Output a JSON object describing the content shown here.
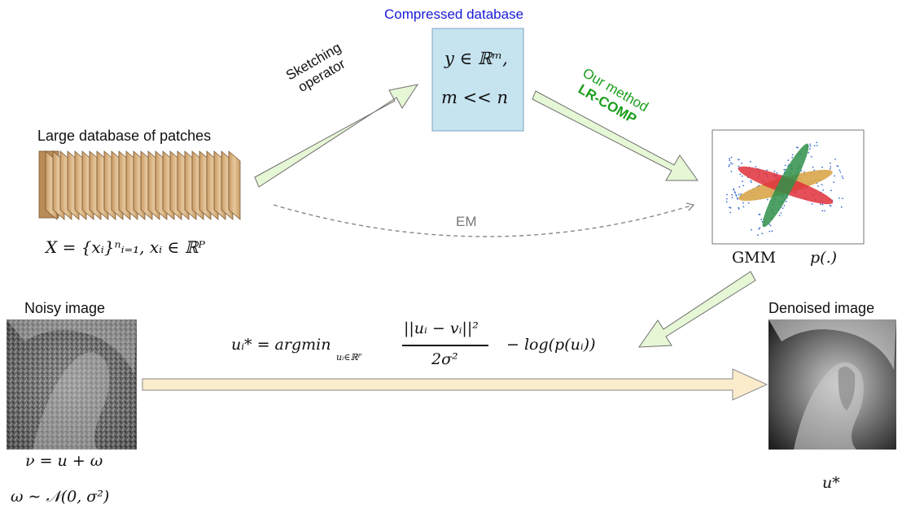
{
  "compressed": {
    "title": "Compressed database",
    "line1": "y ∈ ℝᵐ,",
    "line2": "m << n"
  },
  "sketching": {
    "line1": "Sketching",
    "line2": "operator"
  },
  "method": {
    "line1": "Our method",
    "line2": "LR-COMP"
  },
  "large_db": {
    "title": "Large database of patches",
    "formula": "X = {xᵢ}ⁿᵢ₌₁, xᵢ ∈ ℝᴾ"
  },
  "em_label": "EM",
  "gmm": {
    "label": "GMM",
    "func": "p(.)"
  },
  "noisy": {
    "title": "Noisy image",
    "formula1": "ν = u + ω",
    "formula2": "ω ∼ 𝒩(0, σ²)"
  },
  "optimization": {
    "lhs": "uᵢ* = argmin",
    "sub": "uᵢ∈ℝᴾ",
    "numerator": "||uᵢ − vᵢ||²",
    "denominator": "2σ²",
    "rhs": "− log(p(uᵢ))"
  },
  "denoised": {
    "title": "Denoised image",
    "formula": "u*"
  },
  "colors": {
    "arrow_green_fill": "#e6f7d6",
    "arrow_yellow_fill": "#fbeccc",
    "box_blue": "#c6e3f0",
    "title_blue": "#1a1ad6",
    "method_green": "#1b9e1b",
    "patch_tan": "#dcb98c"
  }
}
